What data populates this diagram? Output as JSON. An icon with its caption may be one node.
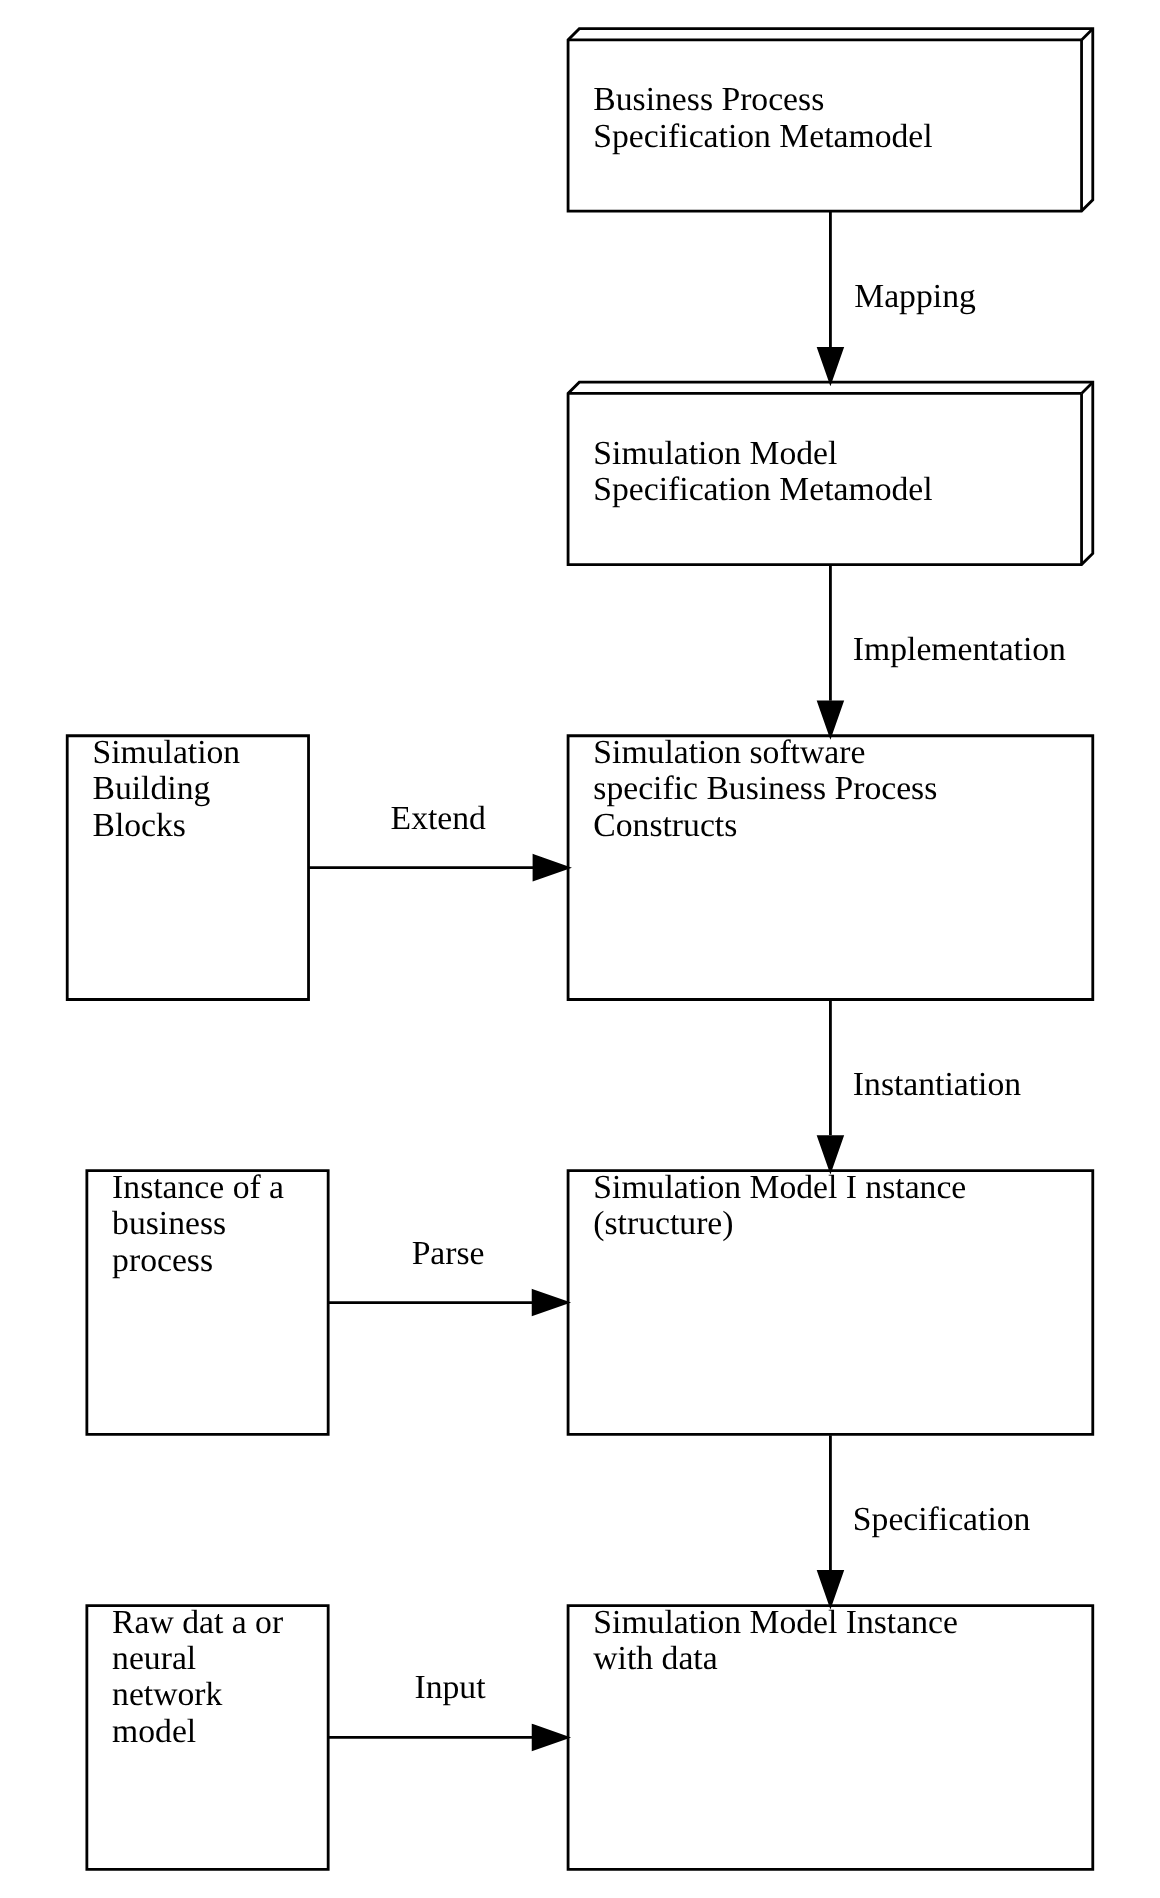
{
  "diagram": {
    "nodes": [
      {
        "text": [
          "Business Process Specification Metamodel"
        ]
      },
      {
        "text": [
          "Simulation Model Specification Metamodel"
        ]
      },
      {
        "text": [
          "Simulation Building Blocks"
        ]
      },
      {
        "text": [
          "Simulation software specific Business Process Constructs"
        ]
      },
      {
        "text": [
          "Instance of a business process"
        ]
      },
      {
        "text": [
          "Simulation Model I nstance (structure)"
        ]
      },
      {
        "text": [
          "Raw dat a or neural network model"
        ]
      },
      {
        "text": [
          "Simulation Model Instance with data"
        ]
      }
    ],
    "edges": [
      {
        "from": 0,
        "to": 1,
        "arrow": "to",
        "label": "Mapping"
      },
      {
        "from": 1,
        "to": 3,
        "arrow": "to",
        "label": "Implementation"
      },
      {
        "from": 2,
        "to": 3,
        "arrow": "to",
        "label": "Extend"
      },
      {
        "from": 3,
        "to": 5,
        "arrow": "to",
        "label": "Instantiation"
      },
      {
        "from": 4,
        "to": 5,
        "arrow": "to",
        "label": "Parse"
      },
      {
        "from": 5,
        "to": 7,
        "arrow": "to",
        "label": "Specification"
      },
      {
        "from": 6,
        "to": 7,
        "arrow": "to",
        "label": "Input"
      }
    ]
  }
}
